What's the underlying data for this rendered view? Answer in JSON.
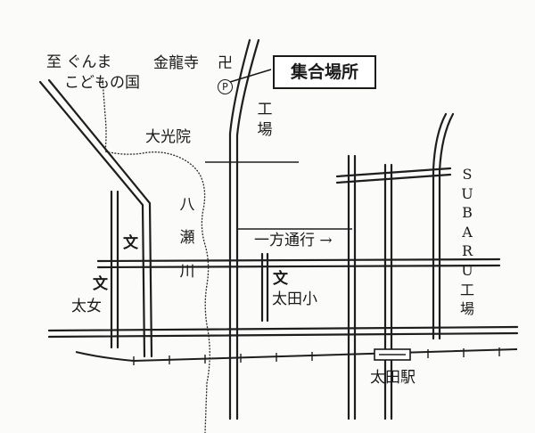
{
  "labels": {
    "to_gunma": "至 ぐんま",
    "kodomonokuni": "こどもの国",
    "kinryuji": "金龍寺",
    "temple_symbol": "卍",
    "daikoin": "大光院",
    "yase_river": [
      "八",
      "瀬",
      "川"
    ],
    "koujou": [
      "工",
      "場"
    ],
    "one_way": "一方通行 →",
    "school_symbol": "文",
    "ota_elementary": "太田小",
    "ota_girls": "太女",
    "subaru_factory": [
      "S",
      "U",
      "B",
      "A",
      "R",
      "U",
      "工",
      "場"
    ],
    "ota_station": "太田駅"
  },
  "markers": {
    "meeting_place": "集合場所",
    "parking": "P"
  }
}
